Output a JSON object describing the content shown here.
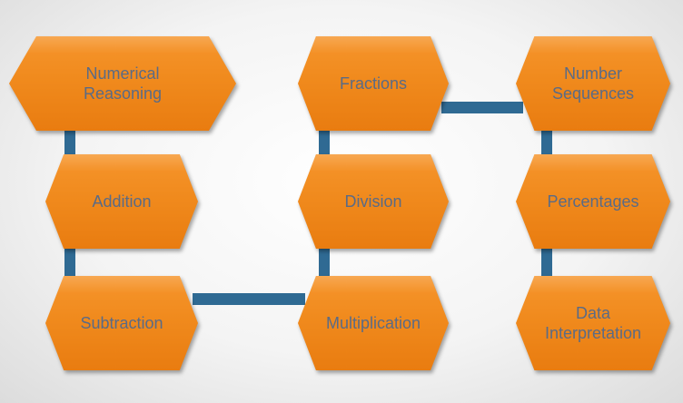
{
  "diagram": {
    "colors": {
      "node_fill": "#f08a1d",
      "node_text": "#5a6b86",
      "connector": "#2f6a93",
      "background": "#f4f4f4"
    },
    "nodes": {
      "numerical_reasoning": "Numerical\nReasoning",
      "addition": "Addition",
      "subtraction": "Subtraction",
      "fractions": "Fractions",
      "division": "Division",
      "multiplication": "Multiplication",
      "number_sequences": "Number\nSequences",
      "percentages": "Percentages",
      "data_interpretation": "Data\nInterpretation"
    },
    "connections": [
      [
        "Numerical Reasoning",
        "Addition"
      ],
      [
        "Addition",
        "Subtraction"
      ],
      [
        "Subtraction",
        "Multiplication"
      ],
      [
        "Multiplication",
        "Division"
      ],
      [
        "Division",
        "Fractions"
      ],
      [
        "Fractions",
        "Number Sequences"
      ],
      [
        "Number Sequences",
        "Percentages"
      ],
      [
        "Percentages",
        "Data Interpretation"
      ]
    ]
  }
}
